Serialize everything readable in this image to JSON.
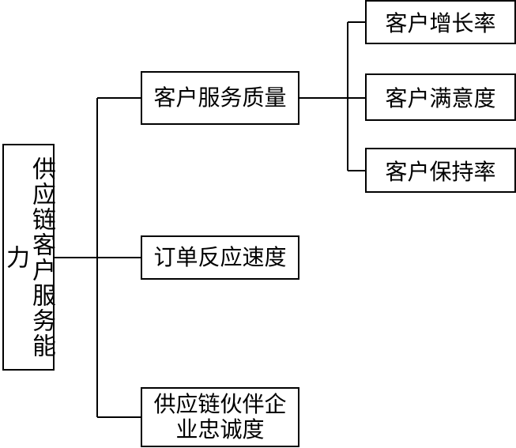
{
  "diagram": {
    "root": {
      "label": "供应链客户服务能力"
    },
    "level2": [
      {
        "label": "客户服务质量"
      },
      {
        "label": "订单反应速度"
      },
      {
        "label": "供应链伙伴企业忠诚度"
      }
    ],
    "level3": [
      {
        "label": "客户增长率"
      },
      {
        "label": "客户满意度"
      },
      {
        "label": "客户保持率"
      }
    ]
  }
}
